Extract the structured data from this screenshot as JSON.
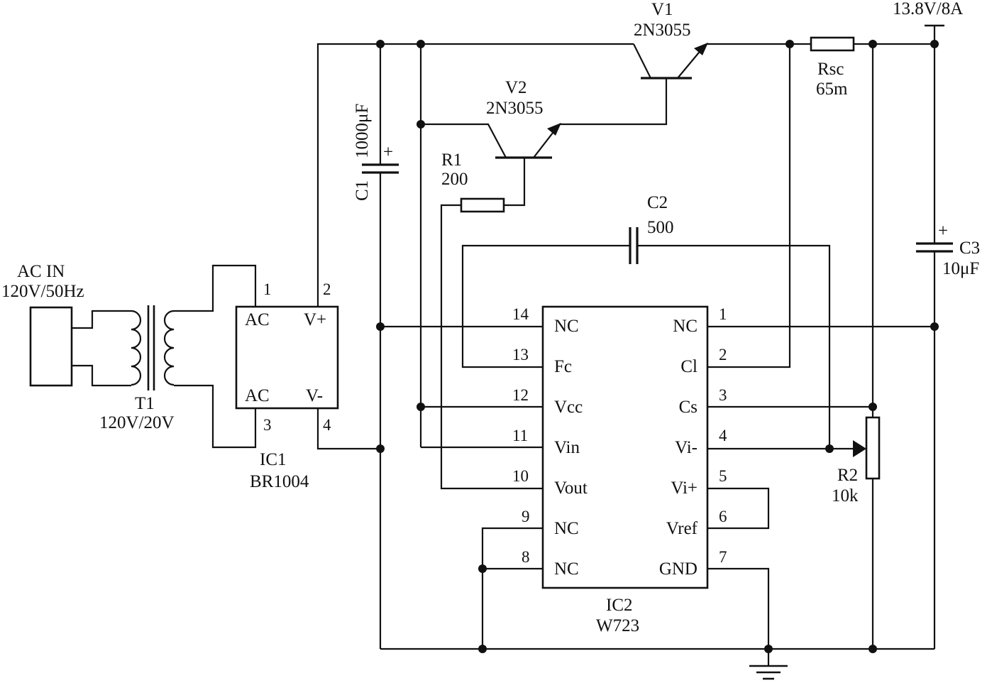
{
  "colors": {
    "ink": "#111111",
    "background": "#ffffff"
  },
  "supply": {
    "output_label": "13.8V/8A"
  },
  "ac_input": {
    "line1": "AC IN",
    "line2": "120V/50Hz"
  },
  "transformer": {
    "designator": "T1",
    "rating": "120V/20V"
  },
  "ic1": {
    "designator": "IC1",
    "part": "BR1004",
    "pins": [
      {
        "num": "1",
        "label": "AC"
      },
      {
        "num": "2",
        "label": "V+"
      },
      {
        "num": "3",
        "label": "AC"
      },
      {
        "num": "4",
        "label": "V-"
      }
    ]
  },
  "c1": {
    "designator": "C1",
    "value": "1000μF",
    "polarity": "+"
  },
  "v1": {
    "designator": "V1",
    "part": "2N3055"
  },
  "v2": {
    "designator": "V2",
    "part": "2N3055"
  },
  "r1": {
    "designator": "R1",
    "value": "200"
  },
  "c2": {
    "designator": "C2",
    "value": "500"
  },
  "rsc": {
    "designator": "Rsc",
    "value": "65m"
  },
  "c3": {
    "designator": "C3",
    "value": "10μF",
    "polarity": "+"
  },
  "r2": {
    "designator": "R2",
    "value": "10k"
  },
  "ic2": {
    "designator": "IC2",
    "part": "W723",
    "left_pins": [
      {
        "num": "14",
        "label": "NC"
      },
      {
        "num": "13",
        "label": "Fc"
      },
      {
        "num": "12",
        "label": "Vcc"
      },
      {
        "num": "11",
        "label": "Vin"
      },
      {
        "num": "10",
        "label": "Vout"
      },
      {
        "num": "9",
        "label": "NC"
      },
      {
        "num": "8",
        "label": "NC"
      }
    ],
    "right_pins": [
      {
        "num": "1",
        "label": "NC"
      },
      {
        "num": "2",
        "label": "Cl"
      },
      {
        "num": "3",
        "label": "Cs"
      },
      {
        "num": "4",
        "label": "Vi-"
      },
      {
        "num": "5",
        "label": "Vi+"
      },
      {
        "num": "6",
        "label": "Vref"
      },
      {
        "num": "7",
        "label": "GND"
      }
    ]
  }
}
